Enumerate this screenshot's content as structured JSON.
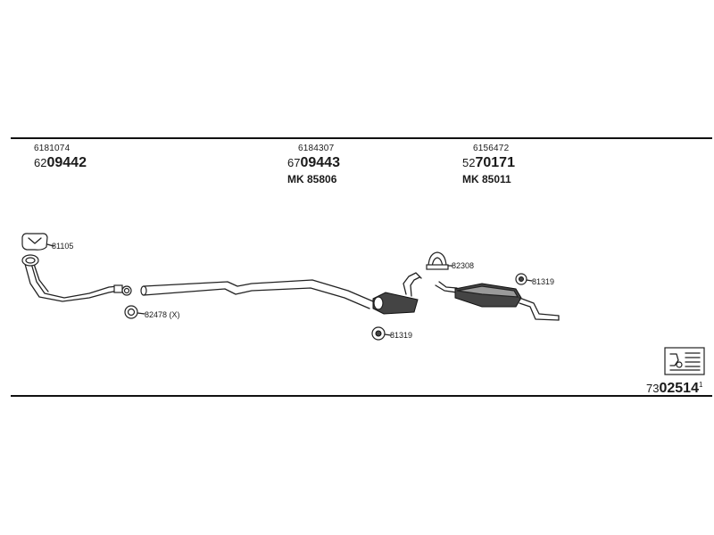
{
  "parts": [
    {
      "small": "6181074",
      "prefix": "62",
      "main": "09442",
      "mk": ""
    },
    {
      "small": "6184307",
      "prefix": "67",
      "main": "09443",
      "mk": "MK 85806"
    },
    {
      "small": "6156472",
      "prefix": "52",
      "main": "70171",
      "mk": "MK 85011"
    }
  ],
  "callouts": {
    "clamp_front": "81105",
    "gasket": "82478 (X)",
    "mount_center": "81319",
    "clamp_rear": "82308",
    "mount_rear": "81319"
  },
  "reference": {
    "prefix": "73",
    "number": "02514",
    "suffix": "1"
  }
}
